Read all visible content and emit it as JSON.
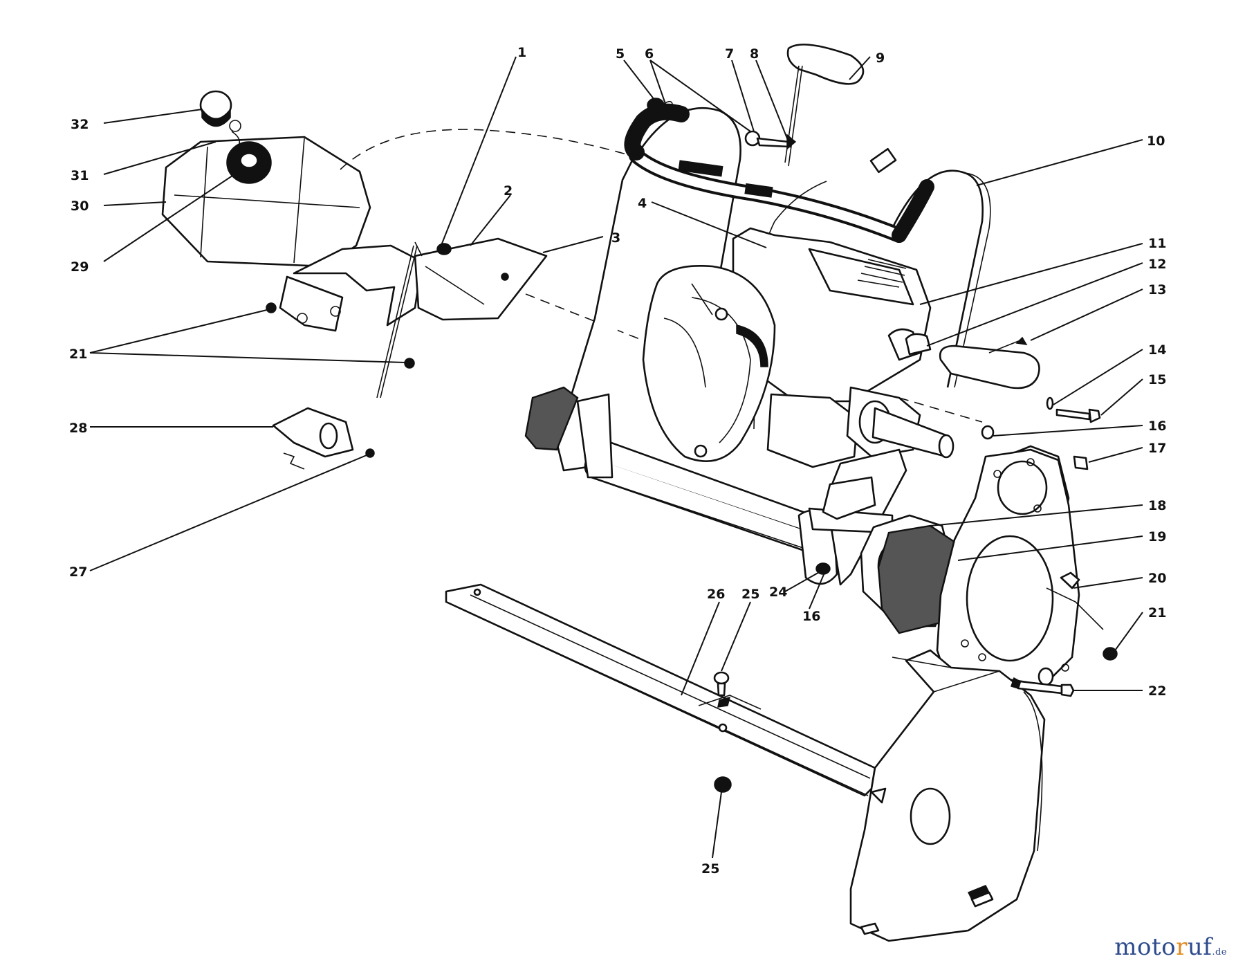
{
  "watermark": {
    "part_a": "moto",
    "part_b": "r",
    "part_c": "uf",
    "tld": ".de"
  },
  "callouts": [
    {
      "id": "c1",
      "text": "1"
    },
    {
      "id": "c2",
      "text": "2"
    },
    {
      "id": "c3",
      "text": "3"
    },
    {
      "id": "c4",
      "text": "4"
    },
    {
      "id": "c5",
      "text": "5"
    },
    {
      "id": "c6",
      "text": "6"
    },
    {
      "id": "c7",
      "text": "7"
    },
    {
      "id": "c8",
      "text": "8"
    },
    {
      "id": "c9",
      "text": "9"
    },
    {
      "id": "c10",
      "text": "10"
    },
    {
      "id": "c11",
      "text": "11"
    },
    {
      "id": "c12",
      "text": "12"
    },
    {
      "id": "c13",
      "text": "13"
    },
    {
      "id": "c14",
      "text": "14"
    },
    {
      "id": "c15",
      "text": "15"
    },
    {
      "id": "c16a",
      "text": "16"
    },
    {
      "id": "c16b",
      "text": "16"
    },
    {
      "id": "c17",
      "text": "17"
    },
    {
      "id": "c18",
      "text": "18"
    },
    {
      "id": "c19",
      "text": "19"
    },
    {
      "id": "c20",
      "text": "20"
    },
    {
      "id": "c21a",
      "text": "21"
    },
    {
      "id": "c21b",
      "text": "21"
    },
    {
      "id": "c22",
      "text": "22"
    },
    {
      "id": "c24",
      "text": "24"
    },
    {
      "id": "c25a",
      "text": "25"
    },
    {
      "id": "c25b",
      "text": "25"
    },
    {
      "id": "c26",
      "text": "26"
    },
    {
      "id": "c27",
      "text": "27"
    },
    {
      "id": "c28",
      "text": "28"
    },
    {
      "id": "c29",
      "text": "29"
    },
    {
      "id": "c30",
      "text": "30"
    },
    {
      "id": "c31",
      "text": "31"
    },
    {
      "id": "c32",
      "text": "32"
    }
  ]
}
